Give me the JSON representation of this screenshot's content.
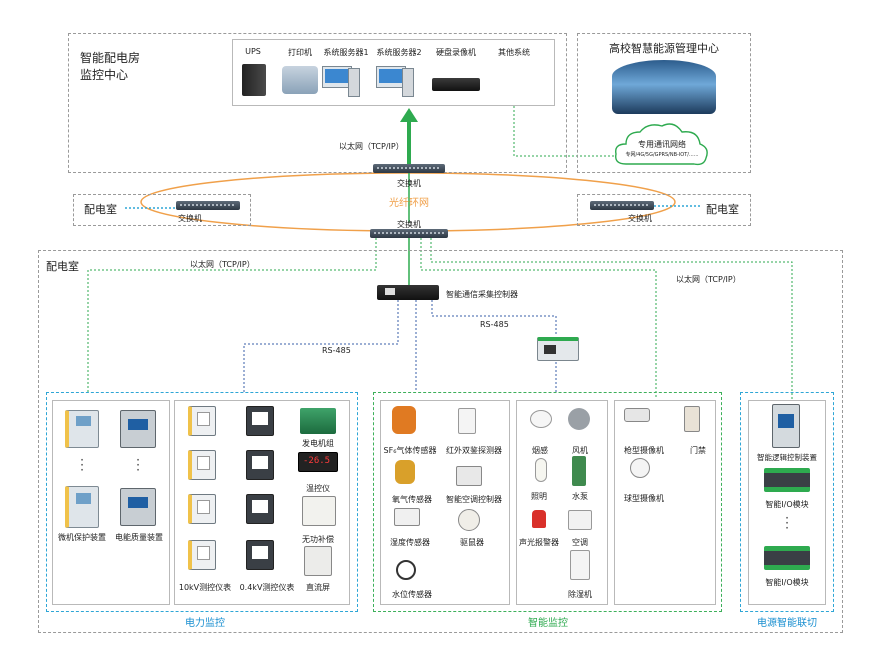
{
  "monitor_center": {
    "title_line1": "智能配电房",
    "title_line2": "监控中心",
    "devices": [
      "UPS",
      "打印机",
      "系统服务器1",
      "系统服务器2",
      "硬盘录像机",
      "其他系统"
    ]
  },
  "university_center": {
    "title": "高校智慧能源管理中心",
    "network_title": "专用通讯网络",
    "network_sub": "专网/4G/5G/GPRS/NB-IOT/......"
  },
  "ring": {
    "ethernet_top": "以太网（TCP/IP）",
    "switch_top": "交换机",
    "switch_left": "交换机",
    "switch_right": "交换机",
    "switch_center": "交换机",
    "ring_label": "光纤环网",
    "room_left": "配电室",
    "room_right": "配电室"
  },
  "room": {
    "title": "配电室",
    "ethernet_left": "以太网（TCP/IP）",
    "ethernet_right": "以太网（TCP/IP）",
    "controller": "智能通信采集控制器",
    "rs485_left": "RS-485",
    "rs485_right": "RS-485"
  },
  "power": {
    "section_title": "电力监控",
    "protection": "微机保护装置",
    "quality": "电能质量装置",
    "meter_10kv": "10kV测控仪表",
    "meter_04kv": "0.4kV测控仪表",
    "generator": "发电机组",
    "thermostat": "温控仪",
    "thermostat_display": "-26.5",
    "compensation": "无功补偿",
    "dc_screen": "直流屏"
  },
  "smart": {
    "section_title": "智能监控",
    "sf6": "SF₆气体传感器",
    "ir": "红外双鉴探测器",
    "oxygen": "氧气传感器",
    "ac_ctrl": "智能空调控制器",
    "humidity": "湿度传感器",
    "rodent": "驱鼠器",
    "water_level": "水位传感器",
    "smoke": "烟感",
    "fan": "风机",
    "light": "照明",
    "pump": "水泵",
    "alarm": "声光报警器",
    "ac": "空调",
    "dehumid": "除湿机",
    "gun_cam": "枪型摄像机",
    "door": "门禁",
    "dome_cam": "球型摄像机"
  },
  "linkage": {
    "section_title": "电源智能联切",
    "logic_ctrl": "智能逻辑控制装置",
    "io1": "智能I/O模块",
    "io2": "智能I/O模块"
  },
  "colors": {
    "ethernet_green": "#2eaa4f",
    "rs485_blue": "#3a5fa8",
    "ring_orange": "#f0a04a",
    "section_blue": "#2ea6d6",
    "section_green": "#3db05a",
    "title_blue": "#1a8fd0"
  }
}
